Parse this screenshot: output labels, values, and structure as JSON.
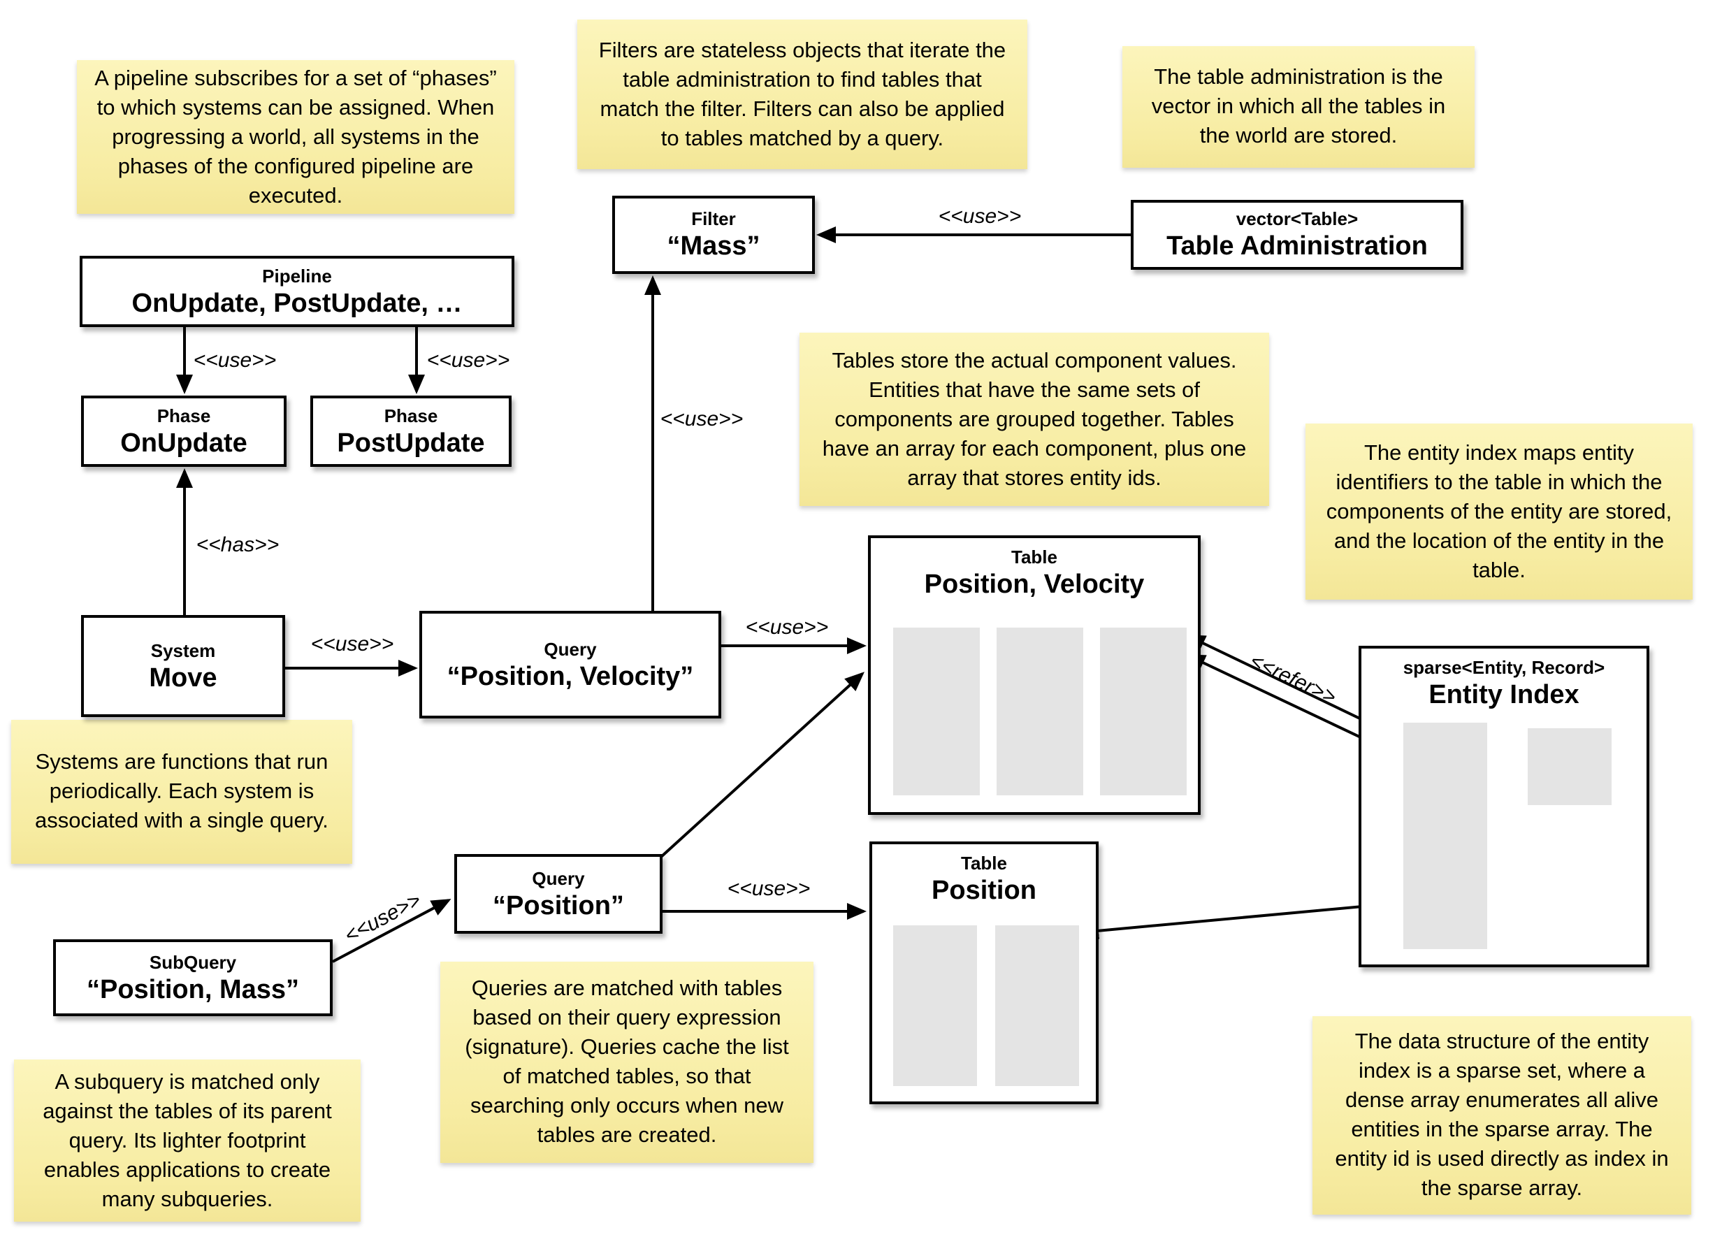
{
  "boxes": {
    "pipeline": {
      "title": "Pipeline",
      "name": "OnUpdate, PostUpdate, …"
    },
    "phase_onupdate": {
      "title": "Phase",
      "name": "OnUpdate"
    },
    "phase_postupdate": {
      "title": "Phase",
      "name": "PostUpdate"
    },
    "system_move": {
      "title": "System",
      "name": "Move"
    },
    "query_pv": {
      "title": "Query",
      "name": "“Position, Velocity”"
    },
    "filter_mass": {
      "title": "Filter",
      "name": "“Mass”"
    },
    "table_admin": {
      "title": "vector<Table>",
      "name": "Table Administration"
    },
    "table_pv": {
      "title": "Table",
      "name": "Position, Velocity"
    },
    "table_pos": {
      "title": "Table",
      "name": "Position"
    },
    "entity_index": {
      "title": "sparse<Entity, Record>",
      "name": "Entity Index"
    },
    "subquery": {
      "title": "SubQuery",
      "name": "“Position, Mass”"
    },
    "query_pos": {
      "title": "Query",
      "name": "“Position”"
    }
  },
  "notes": {
    "pipeline": "A pipeline subscribes for a set of “phases” to which systems can be assigned. When progressing a world, all systems in the phases of the configured pipeline are executed.",
    "filters": "Filters are stateless objects that iterate the table administration to find tables that match the filter. Filters can also be applied to tables matched by a query.",
    "table_admin": "The table administration is the vector in which all the tables in the world are stored.",
    "tables": "Tables store the actual component values. Entities that have the same sets of components are grouped together. Tables have an array for each component, plus one array that stores entity ids.",
    "entity_index": "The entity index maps entity identifiers to the table in which the components of the entity are stored, and the location of the entity in the table.",
    "systems": "Systems are functions that run periodically. Each system is associated with a single query.",
    "queries": "Queries are matched with tables based on their query expression (signature). Queries cache the list of matched tables, so that searching only occurs when new tables are created.",
    "subquery": "A subquery is matched only against the tables of its parent query. Its lighter footprint enables applications to create many subqueries.",
    "sparse_set": "The data structure of the entity index is a sparse set, where a dense array enumerates all alive entities in the sparse array. The entity id is used directly as index in the sparse array."
  },
  "stereotypes": {
    "use": "<<use>>",
    "has": "<<has>>",
    "refer": "<<refer>>"
  },
  "colors": {
    "note_bg_top": "#FCF5BC",
    "note_bg_bottom": "#F3E697",
    "box_background": "#FFFFFF",
    "box_border": "#000000",
    "array_fill": "#E4E4E4",
    "arrow": "#000000",
    "page_background": "#FFFFFF"
  }
}
